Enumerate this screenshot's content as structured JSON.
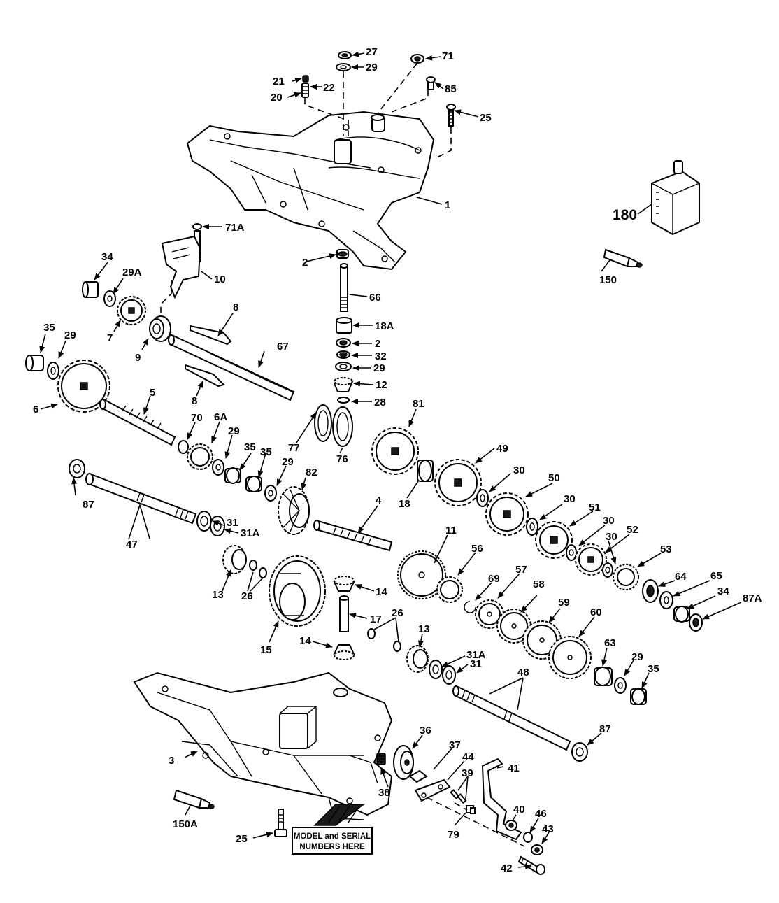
{
  "diagram": {
    "callouts": [
      {
        "id": "c27",
        "text": "27"
      },
      {
        "id": "c29-top",
        "text": "29"
      },
      {
        "id": "c71",
        "text": "71"
      },
      {
        "id": "c21",
        "text": "21"
      },
      {
        "id": "c22",
        "text": "22"
      },
      {
        "id": "c85",
        "text": "85"
      },
      {
        "id": "c20",
        "text": "20"
      },
      {
        "id": "c25-top",
        "text": "25"
      },
      {
        "id": "c1",
        "text": "1"
      },
      {
        "id": "c180",
        "text": "180"
      },
      {
        "id": "c71A",
        "text": "71A"
      },
      {
        "id": "c2-top",
        "text": "2"
      },
      {
        "id": "c150",
        "text": "150"
      },
      {
        "id": "c34-top",
        "text": "34"
      },
      {
        "id": "c29A",
        "text": "29A"
      },
      {
        "id": "c10",
        "text": "10"
      },
      {
        "id": "c66",
        "text": "66"
      },
      {
        "id": "c8-top",
        "text": "8"
      },
      {
        "id": "c7",
        "text": "7"
      },
      {
        "id": "c35-left",
        "text": "35"
      },
      {
        "id": "c29-left",
        "text": "29"
      },
      {
        "id": "c18A",
        "text": "18A"
      },
      {
        "id": "c67",
        "text": "67"
      },
      {
        "id": "c9",
        "text": "9"
      },
      {
        "id": "c2-mid",
        "text": "2"
      },
      {
        "id": "c32",
        "text": "32"
      },
      {
        "id": "c29-mid",
        "text": "29"
      },
      {
        "id": "c12",
        "text": "12"
      },
      {
        "id": "c8-low",
        "text": "8"
      },
      {
        "id": "c5",
        "text": "5"
      },
      {
        "id": "c6",
        "text": "6"
      },
      {
        "id": "c28",
        "text": "28"
      },
      {
        "id": "c81",
        "text": "81"
      },
      {
        "id": "c70",
        "text": "70"
      },
      {
        "id": "c6A",
        "text": "6A"
      },
      {
        "id": "c29-g",
        "text": "29"
      },
      {
        "id": "c77",
        "text": "77"
      },
      {
        "id": "c76",
        "text": "76"
      },
      {
        "id": "c35-a",
        "text": "35"
      },
      {
        "id": "c35-b",
        "text": "35"
      },
      {
        "id": "c29-h",
        "text": "29"
      },
      {
        "id": "c49",
        "text": "49"
      },
      {
        "id": "c82",
        "text": "82"
      },
      {
        "id": "c87-left",
        "text": "87"
      },
      {
        "id": "c18",
        "text": "18"
      },
      {
        "id": "c30-a",
        "text": "30"
      },
      {
        "id": "c50",
        "text": "50"
      },
      {
        "id": "c4",
        "text": "4"
      },
      {
        "id": "c30-b",
        "text": "30"
      },
      {
        "id": "c31-mid",
        "text": "31"
      },
      {
        "id": "c51",
        "text": "51"
      },
      {
        "id": "c31A-mid",
        "text": "31A"
      },
      {
        "id": "c47",
        "text": "47"
      },
      {
        "id": "c30-c",
        "text": "30"
      },
      {
        "id": "c11",
        "text": "11"
      },
      {
        "id": "c52",
        "text": "52"
      },
      {
        "id": "c30-d",
        "text": "30"
      },
      {
        "id": "c56",
        "text": "56"
      },
      {
        "id": "c53",
        "text": "53"
      },
      {
        "id": "c64",
        "text": "64"
      },
      {
        "id": "c57",
        "text": "57"
      },
      {
        "id": "c14-top",
        "text": "14"
      },
      {
        "id": "c69",
        "text": "69"
      },
      {
        "id": "c13-left",
        "text": "13"
      },
      {
        "id": "c26-left",
        "text": "26"
      },
      {
        "id": "c65",
        "text": "65"
      },
      {
        "id": "c34-right",
        "text": "34"
      },
      {
        "id": "c58",
        "text": "58"
      },
      {
        "id": "c87A",
        "text": "87A"
      },
      {
        "id": "c17",
        "text": "17"
      },
      {
        "id": "c59",
        "text": "59"
      },
      {
        "id": "c26-right",
        "text": "26"
      },
      {
        "id": "c60",
        "text": "60"
      },
      {
        "id": "c15",
        "text": "15"
      },
      {
        "id": "c13-right",
        "text": "13"
      },
      {
        "id": "c14-low",
        "text": "14"
      },
      {
        "id": "c31A-low",
        "text": "31A"
      },
      {
        "id": "c31-low",
        "text": "31"
      },
      {
        "id": "c63",
        "text": "63"
      },
      {
        "id": "c29-r",
        "text": "29"
      },
      {
        "id": "c35-r",
        "text": "35"
      },
      {
        "id": "c48",
        "text": "48"
      },
      {
        "id": "c87-right",
        "text": "87"
      },
      {
        "id": "c36",
        "text": "36"
      },
      {
        "id": "c37",
        "text": "37"
      },
      {
        "id": "c44",
        "text": "44"
      },
      {
        "id": "c41",
        "text": "41"
      },
      {
        "id": "c3",
        "text": "3"
      },
      {
        "id": "c39",
        "text": "39"
      },
      {
        "id": "c38",
        "text": "38"
      },
      {
        "id": "c40",
        "text": "40"
      },
      {
        "id": "c46",
        "text": "46"
      },
      {
        "id": "c43",
        "text": "43"
      },
      {
        "id": "c79",
        "text": "79"
      },
      {
        "id": "c150A",
        "text": "150A"
      },
      {
        "id": "c25-low",
        "text": "25"
      },
      {
        "id": "c42",
        "text": "42"
      }
    ],
    "stamp": {
      "line1": "MODEL and SERIAL",
      "line2": "NUMBERS HERE"
    }
  }
}
